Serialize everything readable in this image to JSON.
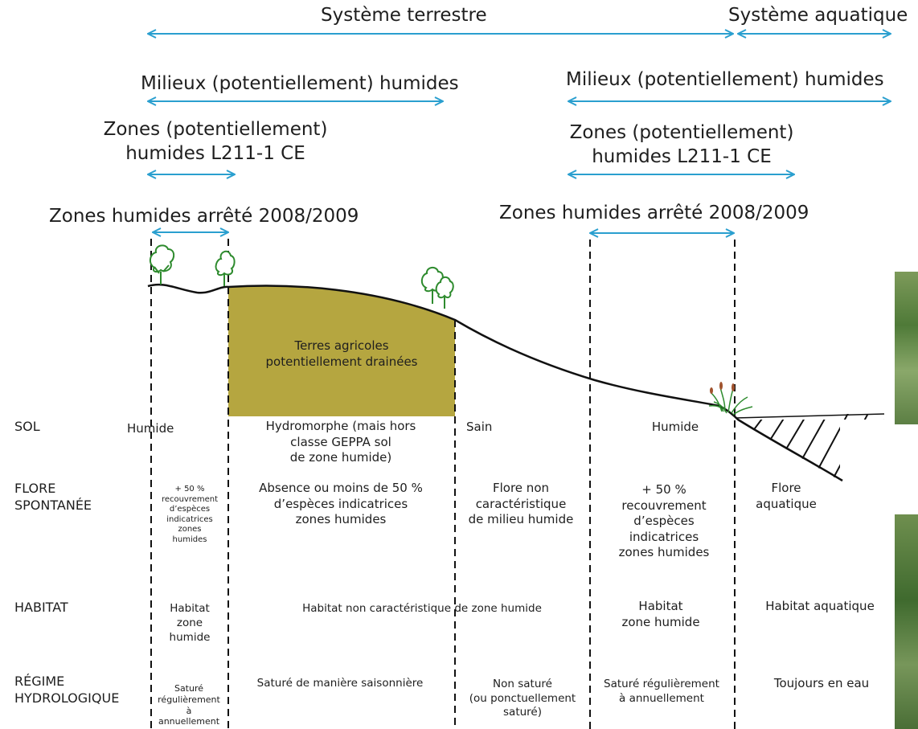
{
  "ranges": {
    "terrestre": "Système terrestre",
    "aquatique": "Système aquatique",
    "milieux_left": "Milieux (potentiellement) humides",
    "milieux_right": "Milieux (potentiellement) humides",
    "zones_left": "Zones (potentiellement)\nhumides L211-1 CE",
    "zones_right": "Zones (potentiellement)\nhumides L211-1 CE",
    "arrete_left": "Zones humides arrêté 2008/2009",
    "arrete_right": "Zones humides arrêté 2008/2009"
  },
  "profile": {
    "field_label": "Terres agricoles\npotentiellement drainées"
  },
  "row_headers": {
    "sol": "SOL",
    "flore": "FLORE\nSPONTANÉE",
    "habitat": "HABITAT",
    "regime": "RÉGIME\nHYDROLOGIQUE"
  },
  "sol": {
    "c1": "Humide",
    "c2": "Hydromorphe (mais hors\nclasse GEPPA sol\nde zone humide)",
    "c3": "Sain",
    "c4": "Humide"
  },
  "flore": {
    "c1": "+ 50 %\nrecouvrement\nd’espèces\nindicatrices\nzones\nhumides",
    "c2": "Absence ou moins de 50 %\nd’espèces indicatrices\nzones humides",
    "c3": "Flore non\ncaractéristique\nde milieu humide",
    "c4": "+ 50 %\nrecouvrement\nd’espèces\nindicatrices\nzones humides",
    "c5": "Flore\naquatique"
  },
  "habitat": {
    "c1": "Habitat\nzone\nhumide",
    "c2": "Habitat non caractéristique de zone humide",
    "c4": "Habitat\nzone humide",
    "c5": "Habitat aquatique"
  },
  "regime": {
    "c1": "Saturé\nrégulièrement\nà\nannuellement",
    "c2": "Saturé de manière saisonnière",
    "c3": "Non saturé\n(ou ponctuellement\nsaturé)",
    "c4": "Saturé régulièrement\nà annuellement",
    "c5": "Toujours en eau"
  },
  "colors": {
    "arrow": "#2a9fcf",
    "field": "#b5a640",
    "line": "#111111",
    "tree": "#2e8b2e"
  },
  "icons": [
    "tree-icon",
    "reed-icon",
    "photo-thumbnail"
  ]
}
